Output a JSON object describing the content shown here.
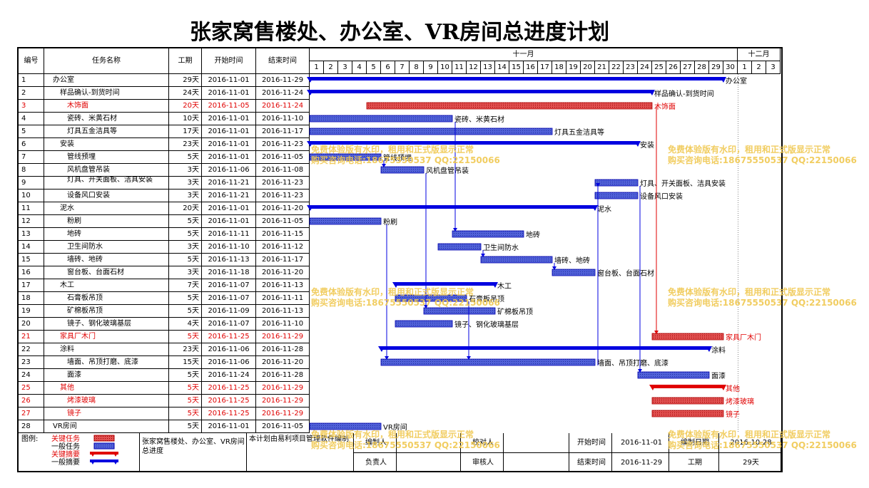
{
  "title": "张家窝售楼处、办公室、VR房间总进度计划",
  "headers": {
    "id": "编号",
    "name": "任务名称",
    "duration": "工期",
    "start": "开始时间",
    "end": "结束时间"
  },
  "months": [
    {
      "label": "十一月",
      "days": 30
    },
    {
      "label": "十二月",
      "days": 3
    }
  ],
  "tasks": [
    {
      "id": "1",
      "name": "办公室",
      "dur": "29天",
      "start": "2016-11-01",
      "end": "2016-11-29",
      "level": 0,
      "critical": false,
      "summary": true,
      "s": 1,
      "e": 29,
      "label": "办公室"
    },
    {
      "id": "2",
      "name": "样品确认-到货时间",
      "dur": "24天",
      "start": "2016-11-01",
      "end": "2016-11-24",
      "level": 1,
      "critical": false,
      "summary": true,
      "s": 1,
      "e": 24,
      "label": "样品确认-到货时间"
    },
    {
      "id": "3",
      "name": "木饰面",
      "dur": "20天",
      "start": "2016-11-05",
      "end": "2016-11-24",
      "level": 2,
      "critical": true,
      "summary": false,
      "s": 5,
      "e": 24,
      "label": "木饰面"
    },
    {
      "id": "4",
      "name": "瓷砖、米黄石材",
      "dur": "10天",
      "start": "2016-11-01",
      "end": "2016-11-10",
      "level": 2,
      "critical": false,
      "summary": false,
      "s": 1,
      "e": 10,
      "label": "瓷砖、米黄石材"
    },
    {
      "id": "5",
      "name": "灯具五金洁具等",
      "dur": "17天",
      "start": "2016-11-01",
      "end": "2016-11-17",
      "level": 2,
      "critical": false,
      "summary": false,
      "s": 1,
      "e": 17,
      "label": "灯具五金洁具等"
    },
    {
      "id": "6",
      "name": "安装",
      "dur": "23天",
      "start": "2016-11-01",
      "end": "2016-11-23",
      "level": 1,
      "critical": false,
      "summary": true,
      "s": 1,
      "e": 23,
      "label": "安装"
    },
    {
      "id": "7",
      "name": "管线预埋",
      "dur": "5天",
      "start": "2016-11-01",
      "end": "2016-11-05",
      "level": 2,
      "critical": false,
      "summary": false,
      "s": 1,
      "e": 5,
      "label": "管线预埋"
    },
    {
      "id": "8",
      "name": "风机盘管吊装",
      "dur": "3天",
      "start": "2016-11-06",
      "end": "2016-11-08",
      "level": 2,
      "critical": false,
      "summary": false,
      "s": 6,
      "e": 8,
      "label": "风机盘管吊装"
    },
    {
      "id": "9",
      "name": "灯具、开关面板、洁具安装",
      "dur": "3天",
      "start": "2016-11-21",
      "end": "2016-11-23",
      "level": 2,
      "critical": false,
      "summary": false,
      "s": 21,
      "e": 23,
      "label": "灯具、开关面板、洁具安装"
    },
    {
      "id": "10",
      "name": "设备风口安装",
      "dur": "3天",
      "start": "2016-11-21",
      "end": "2016-11-23",
      "level": 2,
      "critical": false,
      "summary": false,
      "s": 21,
      "e": 23,
      "label": "设备风口安装"
    },
    {
      "id": "11",
      "name": "泥水",
      "dur": "20天",
      "start": "2016-11-01",
      "end": "2016-11-20",
      "level": 1,
      "critical": false,
      "summary": true,
      "s": 1,
      "e": 20,
      "label": "泥水"
    },
    {
      "id": "12",
      "name": "粉刷",
      "dur": "5天",
      "start": "2016-11-01",
      "end": "2016-11-05",
      "level": 2,
      "critical": false,
      "summary": false,
      "s": 1,
      "e": 5,
      "label": "粉刷"
    },
    {
      "id": "13",
      "name": "地砖",
      "dur": "5天",
      "start": "2016-11-11",
      "end": "2016-11-15",
      "level": 2,
      "critical": false,
      "summary": false,
      "s": 11,
      "e": 15,
      "label": "地砖"
    },
    {
      "id": "14",
      "name": "卫生间防水",
      "dur": "3天",
      "start": "2016-11-10",
      "end": "2016-11-12",
      "level": 2,
      "critical": false,
      "summary": false,
      "s": 10,
      "e": 12,
      "label": "卫生间防水"
    },
    {
      "id": "15",
      "name": "墙砖、地砖",
      "dur": "5天",
      "start": "2016-11-13",
      "end": "2016-11-17",
      "level": 2,
      "critical": false,
      "summary": false,
      "s": 13,
      "e": 17,
      "label": "墙砖、地砖"
    },
    {
      "id": "16",
      "name": "窗台板、台面石材",
      "dur": "3天",
      "start": "2016-11-18",
      "end": "2016-11-20",
      "level": 2,
      "critical": false,
      "summary": false,
      "s": 18,
      "e": 20,
      "label": "窗台板、台面石材"
    },
    {
      "id": "17",
      "name": "木工",
      "dur": "7天",
      "start": "2016-11-07",
      "end": "2016-11-13",
      "level": 1,
      "critical": false,
      "summary": true,
      "s": 7,
      "e": 13,
      "label": "木工"
    },
    {
      "id": "18",
      "name": "石膏板吊顶",
      "dur": "5天",
      "start": "2016-11-07",
      "end": "2016-11-11",
      "level": 2,
      "critical": false,
      "summary": false,
      "s": 7,
      "e": 11,
      "label": "石膏板吊顶"
    },
    {
      "id": "19",
      "name": "矿棉板吊顶",
      "dur": "5天",
      "start": "2016-11-09",
      "end": "2016-11-13",
      "level": 2,
      "critical": false,
      "summary": false,
      "s": 9,
      "e": 13,
      "label": "矿棉板吊顶"
    },
    {
      "id": "20",
      "name": "镜子、钢化玻璃基层",
      "dur": "4天",
      "start": "2016-11-07",
      "end": "2016-11-10",
      "level": 2,
      "critical": false,
      "summary": false,
      "s": 7,
      "e": 10,
      "label": "镜子、钢化玻璃基层"
    },
    {
      "id": "21",
      "name": "家具厂木门",
      "dur": "5天",
      "start": "2016-11-25",
      "end": "2016-11-29",
      "level": 1,
      "critical": true,
      "summary": false,
      "s": 25,
      "e": 29,
      "label": "家具厂木门"
    },
    {
      "id": "22",
      "name": "涂料",
      "dur": "23天",
      "start": "2016-11-06",
      "end": "2016-11-28",
      "level": 1,
      "critical": false,
      "summary": true,
      "s": 6,
      "e": 28,
      "label": "涂料"
    },
    {
      "id": "23",
      "name": "墙面、吊顶打磨、底漆",
      "dur": "15天",
      "start": "2016-11-06",
      "end": "2016-11-20",
      "level": 2,
      "critical": false,
      "summary": false,
      "s": 6,
      "e": 20,
      "label": "墙面、吊顶打磨、底漆"
    },
    {
      "id": "24",
      "name": "面漆",
      "dur": "5天",
      "start": "2016-11-24",
      "end": "2016-11-28",
      "level": 2,
      "critical": false,
      "summary": false,
      "s": 24,
      "e": 28,
      "label": "面漆"
    },
    {
      "id": "25",
      "name": "其他",
      "dur": "5天",
      "start": "2016-11-25",
      "end": "2016-11-29",
      "level": 1,
      "critical": true,
      "summary": true,
      "s": 25,
      "e": 29,
      "label": "其他"
    },
    {
      "id": "26",
      "name": "烤漆玻璃",
      "dur": "5天",
      "start": "2016-11-25",
      "end": "2016-11-29",
      "level": 2,
      "critical": true,
      "summary": false,
      "s": 25,
      "e": 29,
      "label": "烤漆玻璃"
    },
    {
      "id": "27",
      "name": "镜子",
      "dur": "5天",
      "start": "2016-11-25",
      "end": "2016-11-29",
      "level": 2,
      "critical": true,
      "summary": false,
      "s": 25,
      "e": 29,
      "label": "镜子"
    },
    {
      "id": "28",
      "name": "VR房间",
      "dur": "5天",
      "start": "2016-11-01",
      "end": "2016-11-05",
      "level": 0,
      "critical": false,
      "summary": false,
      "s": 1,
      "e": 5,
      "label": "VR房间"
    }
  ],
  "legend": {
    "title": "图例:",
    "items": [
      "关键任务",
      "一般任务",
      "关键摘要",
      "一般摘要"
    ]
  },
  "footer": {
    "project_name": "张家窝售楼处、办公室、VR房间总进度",
    "note": "本计划由易利项目管理软件编制",
    "edit_label": "编制人",
    "review_label": "校对人",
    "owner_label": "负责人",
    "audit_label": "审核人",
    "start_label": "开始时间",
    "start_value": "2016-11-01",
    "date_label": "编制日期",
    "date_value": "2016-10-28",
    "end_label": "结束时间",
    "end_value": "2016-11-29",
    "dur_label": "工期",
    "dur_value": "29天"
  },
  "watermark": {
    "line1": "免费体验版有水印，租用和正式版显示正常",
    "line2": "购买咨询电话:18675550537 QQ:22150066"
  },
  "colors": {
    "normal": "#0000e0",
    "critical": "#e00000",
    "normal_fill": "#5060d8",
    "critical_fill": "#e05050"
  }
}
